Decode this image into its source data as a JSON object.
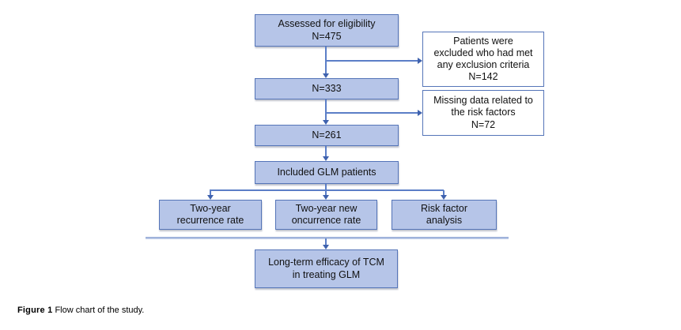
{
  "figure": {
    "caption": {
      "label": "Figure 1",
      "text": " Flow chart of the study."
    },
    "colors": {
      "box_fill": "#b6c5e8",
      "box_border": "#5575b8",
      "arrow": "#5b7ec7",
      "arrowhead": "#3f62ae",
      "divider": "#9fb1d8"
    },
    "nodes": {
      "assessed": "Assessed for eligibility\nN=475",
      "excluded": "Patients were\nexcluded who had met\nany exclusion criteria\nN=142",
      "n333": "N=333",
      "missing": "Missing data related to\nthe risk factors\nN=72",
      "n261": "N=261",
      "included": "Included GLM patients",
      "recurrence": "Two-year\nrecurrence rate",
      "oncurrence": "Two-year new\noncurrence rate",
      "risk": "Risk factor\nanalysis",
      "efficacy": "Long-term efficacy of TCM\nin treating GLM"
    }
  }
}
